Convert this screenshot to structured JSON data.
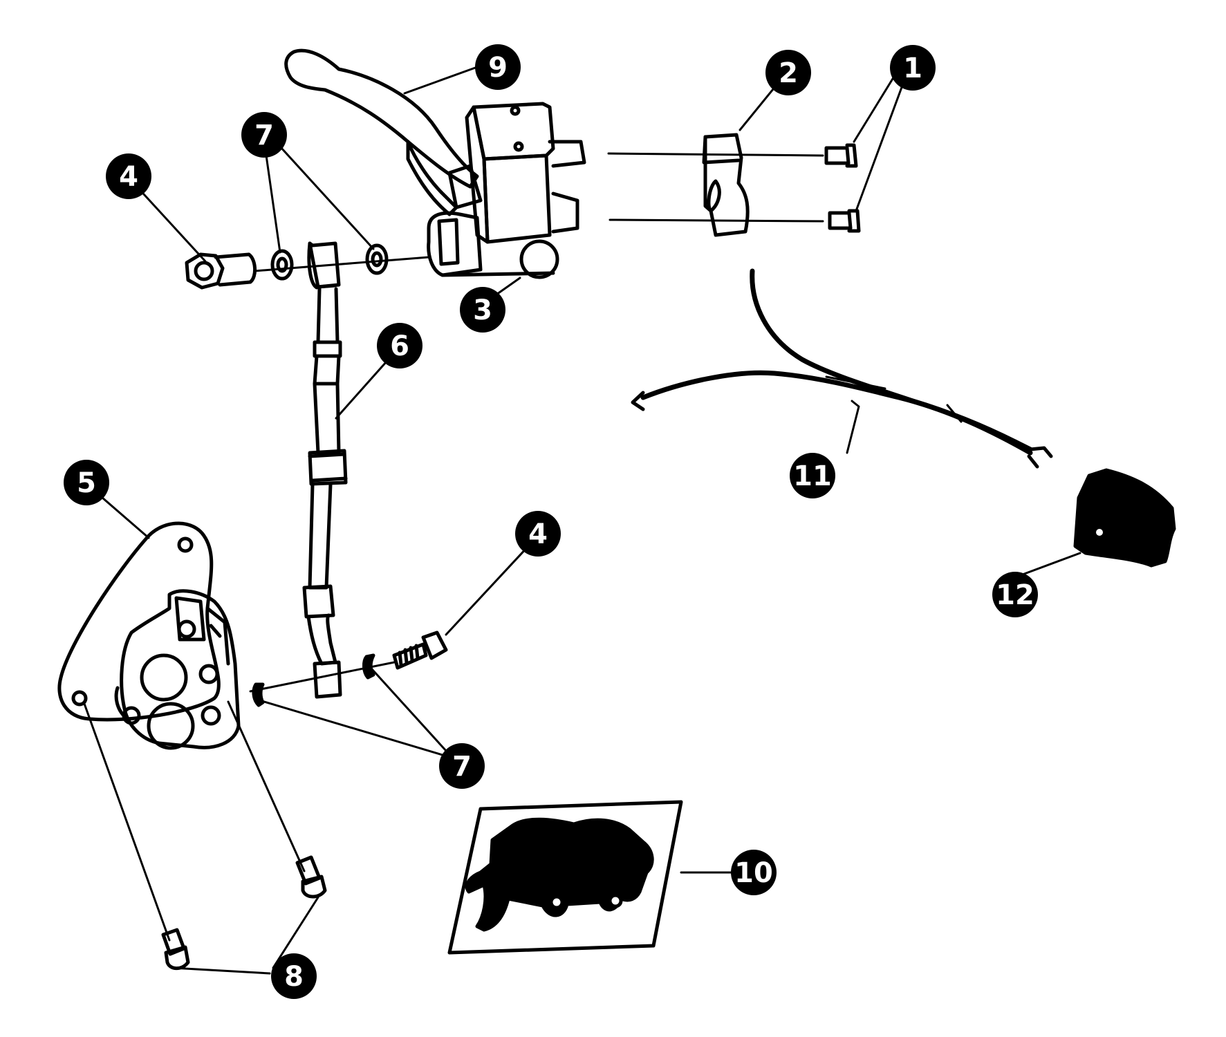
{
  "colors": {
    "ink": "#000000",
    "paper": "#ffffff"
  },
  "callouts": [
    {
      "id": "c1",
      "label": "1"
    },
    {
      "id": "c2",
      "label": "2"
    },
    {
      "id": "c3",
      "label": "3"
    },
    {
      "id": "c4a",
      "label": "4"
    },
    {
      "id": "c4b",
      "label": "4"
    },
    {
      "id": "c5",
      "label": "5"
    },
    {
      "id": "c6",
      "label": "6"
    },
    {
      "id": "c7a",
      "label": "7"
    },
    {
      "id": "c7b",
      "label": "7"
    },
    {
      "id": "c8",
      "label": "8"
    },
    {
      "id": "c9",
      "label": "9"
    },
    {
      "id": "c10",
      "label": "10"
    },
    {
      "id": "c11",
      "label": "11"
    },
    {
      "id": "c12",
      "label": "12"
    }
  ]
}
